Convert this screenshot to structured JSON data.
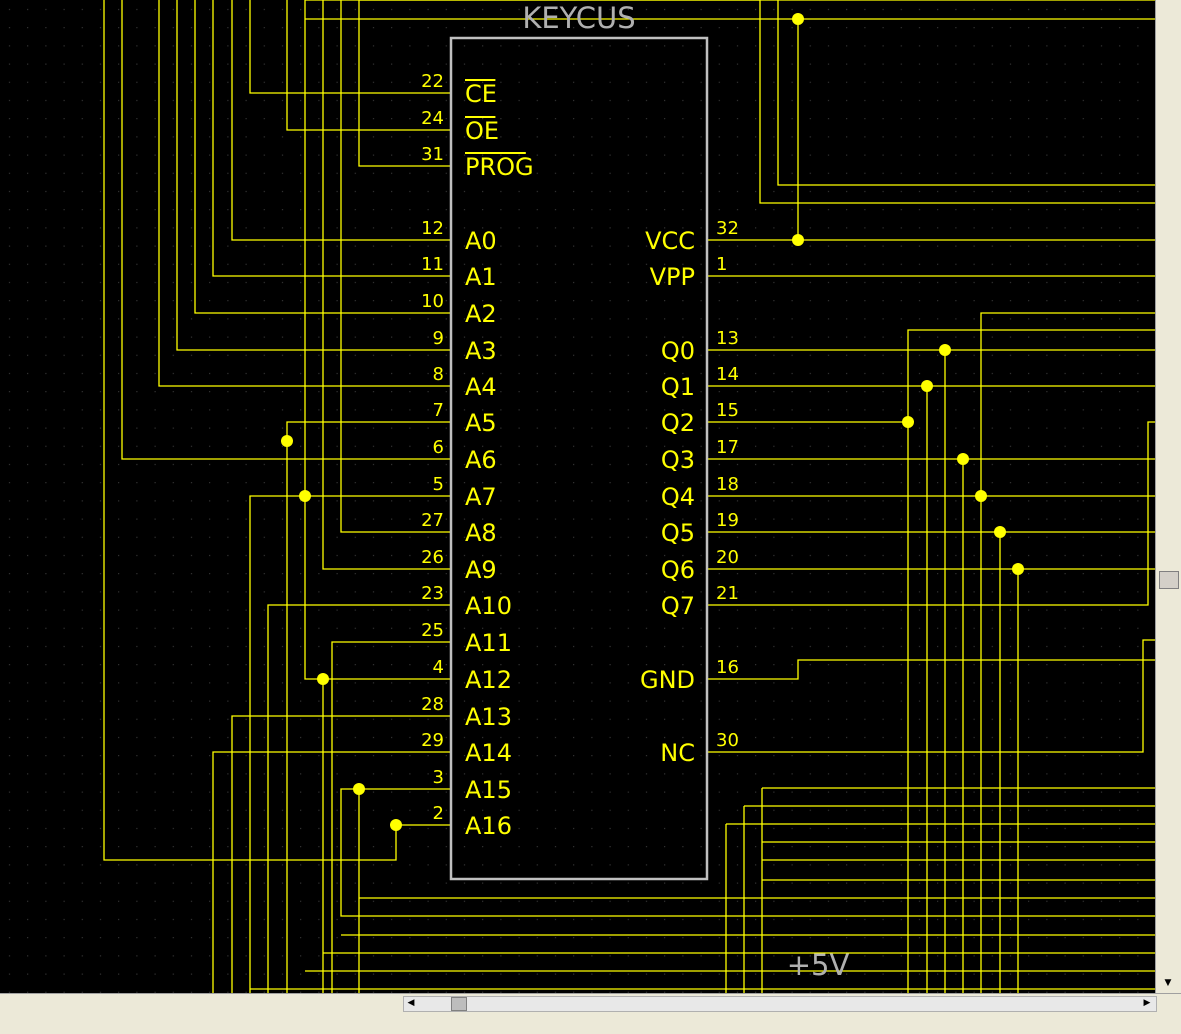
{
  "colors": {
    "background": "#000000",
    "wire": "#ffff00",
    "outline": "#c0c0c0",
    "label_gray": "#b0b0b0"
  },
  "component": {
    "name": "KEYCUS"
  },
  "power_label": "+5V",
  "pins_left": [
    {
      "num": "22",
      "name": "CE",
      "overbar": true
    },
    {
      "num": "24",
      "name": "OE",
      "overbar": true
    },
    {
      "num": "31",
      "name": "PROG",
      "overbar": true
    },
    {
      "num": "12",
      "name": "A0"
    },
    {
      "num": "11",
      "name": "A1"
    },
    {
      "num": "10",
      "name": "A2"
    },
    {
      "num": "9",
      "name": "A3"
    },
    {
      "num": "8",
      "name": "A4"
    },
    {
      "num": "7",
      "name": "A5"
    },
    {
      "num": "6",
      "name": "A6"
    },
    {
      "num": "5",
      "name": "A7"
    },
    {
      "num": "27",
      "name": "A8"
    },
    {
      "num": "26",
      "name": "A9"
    },
    {
      "num": "23",
      "name": "A10"
    },
    {
      "num": "25",
      "name": "A11"
    },
    {
      "num": "4",
      "name": "A12"
    },
    {
      "num": "28",
      "name": "A13"
    },
    {
      "num": "29",
      "name": "A14"
    },
    {
      "num": "3",
      "name": "A15"
    },
    {
      "num": "2",
      "name": "A16"
    }
  ],
  "pins_right": [
    {
      "num": "32",
      "name": "VCC"
    },
    {
      "num": "1",
      "name": "VPP"
    },
    {
      "num": "13",
      "name": "Q0"
    },
    {
      "num": "14",
      "name": "Q1"
    },
    {
      "num": "15",
      "name": "Q2"
    },
    {
      "num": "17",
      "name": "Q3"
    },
    {
      "num": "18",
      "name": "Q4"
    },
    {
      "num": "19",
      "name": "Q5"
    },
    {
      "num": "20",
      "name": "Q6"
    },
    {
      "num": "21",
      "name": "Q7"
    },
    {
      "num": "16",
      "name": "GND"
    },
    {
      "num": "30",
      "name": "NC"
    }
  ]
}
